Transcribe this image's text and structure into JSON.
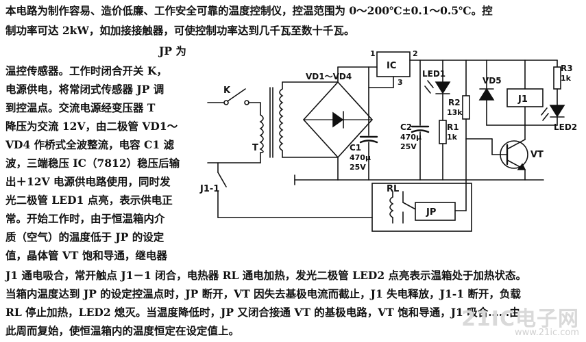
{
  "intro_lines": [
    "本电路为制作容易、造价低廉、工作安全可靠的温度控制仪，控温范围为 0～200℃±0.1～0.5℃。控",
    "制功率可达 2kW，如加接接触器，可使控制功率达到几千瓦至数十千瓦。"
  ],
  "left_lines": [
    "JP 为",
    "温控传感器。工作时闭合开关 K，",
    "电源供电，将常闭式传感器 JP 调",
    "到控温点。交流电源经变压器 T",
    "降压为交流 12V，由二极管 VD1～",
    "VD4 作桥式全波整流，电容 C1 滤",
    "波，三端稳压 IC（7812）稳压后输",
    "出＋12V 电源供电路使用，同时发",
    "光二极管 LED1 点亮，表示供电正",
    "常。开始工作时，由于恒温箱内介",
    "质（空气）的温度低于 JP 的设定",
    "值，晶体管 VT 饱和导通，继电器"
  ],
  "bottom_lines": [
    "J1 通电吸合，常开触点 J1－1 闭合，电热器 RL 通电加热，发光二极管 LED2 点亮表示温箱处于加热状态。",
    "当箱内温度达到 JP 的设定控温点时，JP 断开，VT 因失去基极电流而截止，J1 失电释放，J1-1 断开，负载",
    "RL 停止加热，LED2 熄灭。当温度降低时，JP 又闭合接通 VT 的基极电路，VT 饱和导通，J1 吸合……由",
    "此周而复始，使恒温箱内的温度恒定在设定值上。"
  ],
  "circuit": {
    "labels": {
      "k": "K",
      "t": "T",
      "bridge": "VD1～VD4",
      "c1": "C1",
      "c1_value_1": "470μ",
      "c1_value_2": "25V",
      "ic": "IC",
      "ic_pin1": "1",
      "ic_pin2": "2",
      "ic_pin3": "3",
      "c2": "C2",
      "c2_value_1": "470μ",
      "c2_value_2": "25V",
      "led1": "LED1",
      "r2": "R2",
      "r2_value": "13k",
      "r1": "R1",
      "r1_value": "1k",
      "vd5": "VD5",
      "j1": "J1",
      "r3": "R3",
      "r3_value": "1k",
      "led2": "LED2",
      "vt": "VT",
      "j1_1": "J1-1",
      "rl": "RL",
      "jp": "JP"
    }
  },
  "watermark": {
    "brand": "21IC电子网",
    "url": "www.21ic.com"
  }
}
